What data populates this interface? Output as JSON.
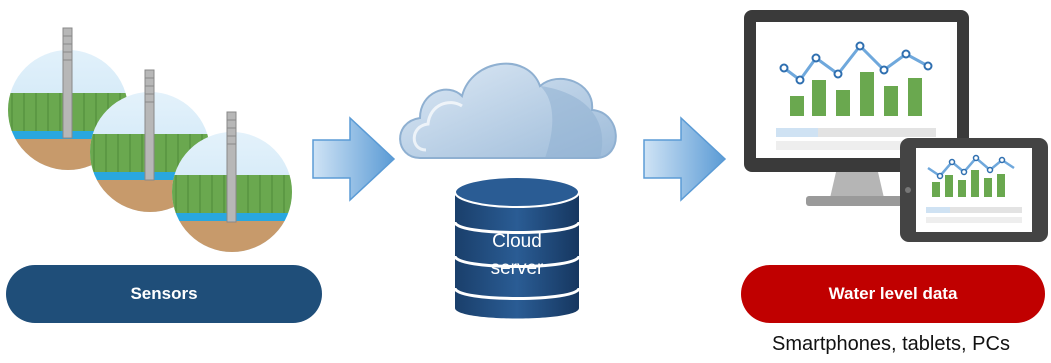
{
  "labels": {
    "sensors": "Sensors",
    "cloud_server_line1": "Cloud",
    "cloud_server_line2": "server",
    "water_level_data": "Water level data",
    "devices_caption": "Smartphones, tablets, PCs"
  },
  "colors": {
    "sensors_pill": "#1f4e79",
    "water_pill": "#c00000",
    "database": "#1f4e79",
    "arrow": "#6fa8dc",
    "cloud": "#a9c7e3",
    "bars": "#6aa84f"
  }
}
